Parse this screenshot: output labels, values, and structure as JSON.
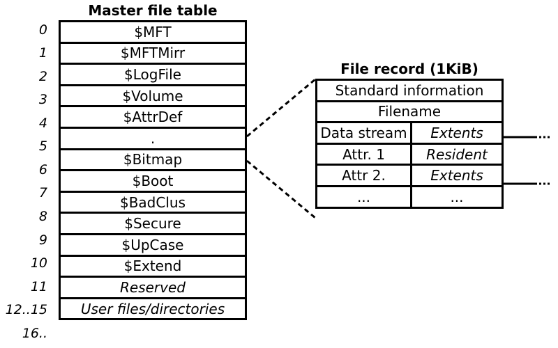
{
  "mft": {
    "title": "Master file table",
    "rows": [
      {
        "index": "0",
        "label": "$MFT"
      },
      {
        "index": "1",
        "label": "$MFTMirr"
      },
      {
        "index": "2",
        "label": "$LogFile"
      },
      {
        "index": "3",
        "label": "$Volume"
      },
      {
        "index": "4",
        "label": "$AttrDef"
      },
      {
        "index": "5",
        "label": "."
      },
      {
        "index": "6",
        "label": "$Bitmap"
      },
      {
        "index": "7",
        "label": "$Boot"
      },
      {
        "index": "8",
        "label": "$BadClus"
      },
      {
        "index": "9",
        "label": "$Secure"
      },
      {
        "index": "10",
        "label": "$UpCase"
      },
      {
        "index": "11",
        "label": "$Extend"
      },
      {
        "index": "12..15",
        "label": "Reserved"
      },
      {
        "index": "16..",
        "label": "User files/directories"
      }
    ]
  },
  "file_record": {
    "title": "File record (1KiB)",
    "rows": [
      {
        "full": "Standard information"
      },
      {
        "full": "Filename"
      },
      {
        "left": "Data stream",
        "right": "Extents"
      },
      {
        "left": "Attr. 1",
        "right": "Resident"
      },
      {
        "left": "Attr 2.",
        "right": "Extents"
      },
      {
        "left": "...",
        "right": "..."
      }
    ],
    "extent_continuation": "..."
  }
}
